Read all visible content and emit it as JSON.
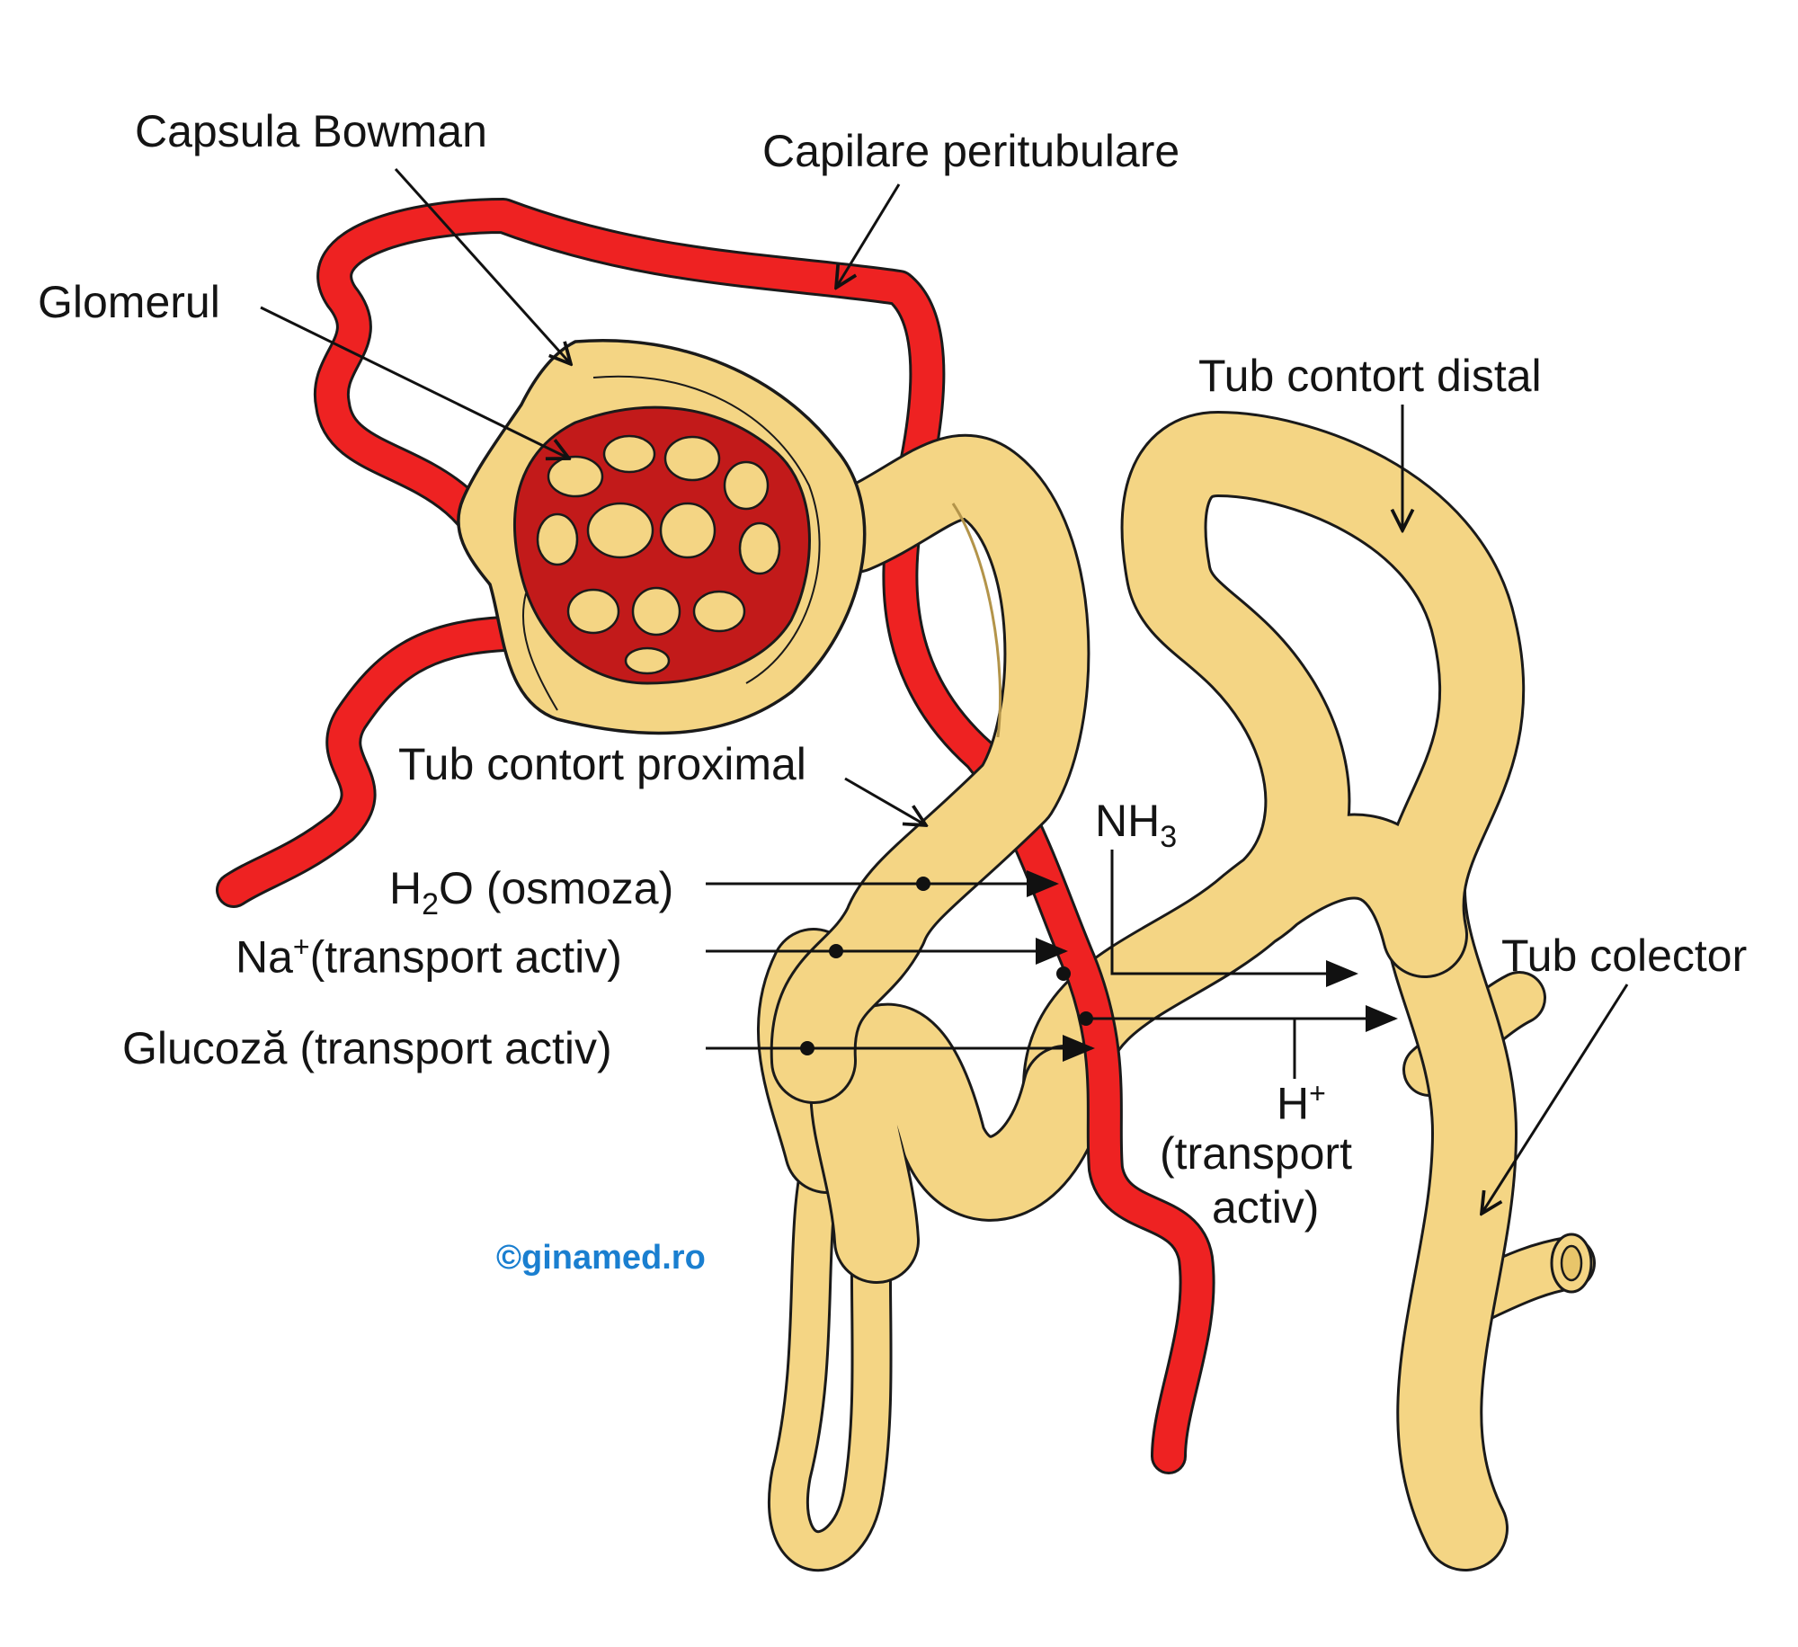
{
  "labels": {
    "capsula": "Capsula Bowman",
    "capilare": "Capilare peritubulare",
    "glomerul": "Glomerul",
    "tub_distal": "Tub contort distal",
    "tub_proximal": "Tub contort proximal",
    "tub_colector": "Tub colector"
  },
  "transport": {
    "water": {
      "base": "H",
      "sub": "2",
      "rest": "O",
      "text": "(osmoza)"
    },
    "sodium": {
      "base": "Na",
      "sup": "+",
      "text": "(transport activ)"
    },
    "glucose": {
      "text": "Glucoză (transport activ)"
    },
    "ammonia": {
      "base": "NH",
      "sub": "3"
    },
    "hydrogen": {
      "base": "H",
      "sup": "+",
      "line1": "(transport",
      "line2": "activ)"
    }
  },
  "credit": {
    "text": "©ginamed.ro",
    "color": "#1a7fd0"
  },
  "colors": {
    "tubule": "#f4d584",
    "vessel": "#ee2222",
    "vessel_dark": "#c21a1a",
    "outline": "#1a1a1a"
  }
}
